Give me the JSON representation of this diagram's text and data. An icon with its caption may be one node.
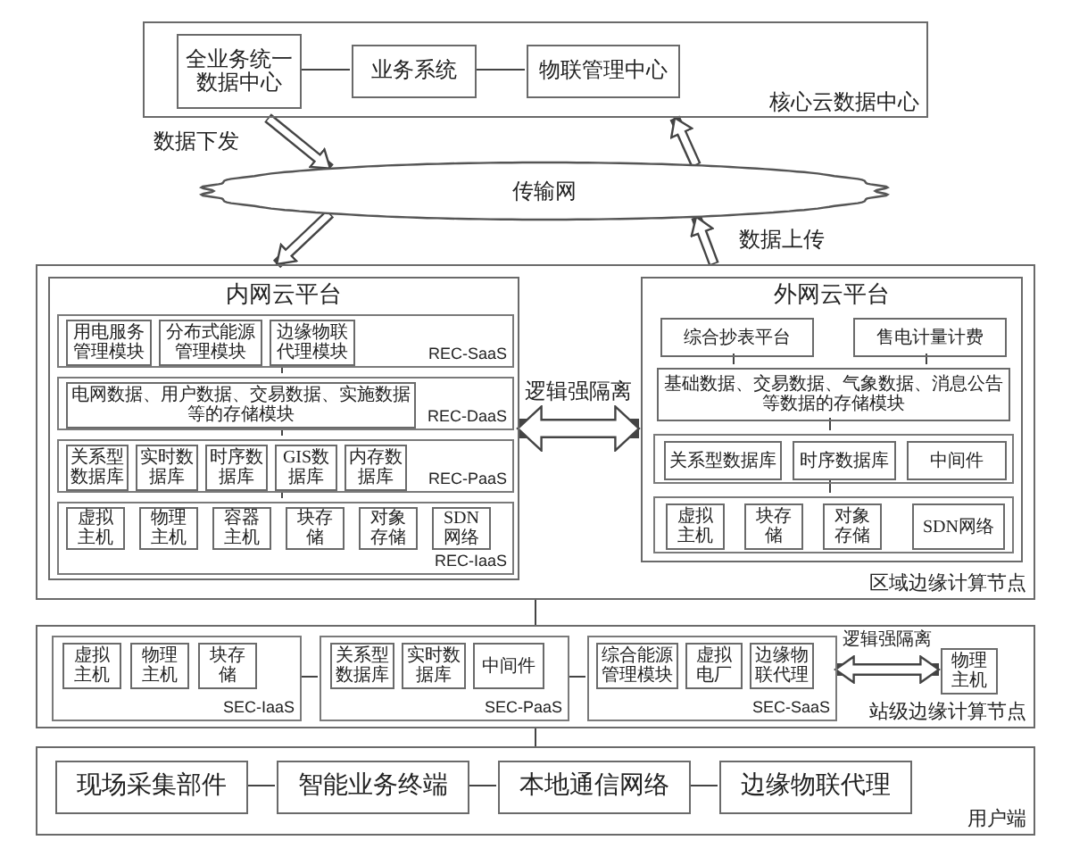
{
  "diagram": {
    "nodes": [
      {
        "text": [
          "核心云数据中心"
        ]
      },
      {
        "text": [
          "全业务统一数据中心"
        ],
        "in": 0
      },
      {
        "text": [
          "业务系统"
        ],
        "in": 0
      },
      {
        "text": [
          "物联管理中心"
        ],
        "in": 0
      },
      {
        "text": [
          "传输网"
        ]
      },
      {
        "text": [
          "区域边缘计算节点"
        ]
      },
      {
        "text": [
          "内网云平台"
        ],
        "in": 5
      },
      {
        "text": [
          "REC-SaaS"
        ],
        "in": 6
      },
      {
        "text": [
          "用电服务管理模块"
        ],
        "in": 7
      },
      {
        "text": [
          "分布式能源管理模块"
        ],
        "in": 7
      },
      {
        "text": [
          "边缘物联代理模块"
        ],
        "in": 7
      },
      {
        "text": [
          "REC-DaaS"
        ],
        "in": 6
      },
      {
        "text": [
          "电网数据、用户数据、交易数据、实施数据等的存储模块"
        ],
        "in": 11
      },
      {
        "text": [
          "REC-PaaS"
        ],
        "in": 6
      },
      {
        "text": [
          "关系型数据库"
        ],
        "in": 13
      },
      {
        "text": [
          "实时数据库"
        ],
        "in": 13
      },
      {
        "text": [
          "时序数据库"
        ],
        "in": 13
      },
      {
        "text": [
          "GIS数据库"
        ],
        "in": 13
      },
      {
        "text": [
          "内存数据库"
        ],
        "in": 13
      },
      {
        "text": [
          "REC-IaaS"
        ],
        "in": 6
      },
      {
        "text": [
          "虚拟主机"
        ],
        "in": 19
      },
      {
        "text": [
          "物理主机"
        ],
        "in": 19
      },
      {
        "text": [
          "容器主机"
        ],
        "in": 19
      },
      {
        "text": [
          "块存储"
        ],
        "in": 19
      },
      {
        "text": [
          "对象存储"
        ],
        "in": 19
      },
      {
        "text": [
          "SDN网络"
        ],
        "in": 19
      },
      {
        "text": [
          "外网云平台"
        ],
        "in": 5
      },
      {
        "text": [
          "综合抄表平台"
        ],
        "in": 26
      },
      {
        "text": [
          "售电计量计费"
        ],
        "in": 26
      },
      {
        "text": [
          "基础数据、交易数据、气象数据、消息公告等数据的存储模块"
        ],
        "in": 26
      },
      {
        "text": [],
        "shape": "box",
        "in": 26
      },
      {
        "text": [
          "关系型数据库"
        ],
        "in": 30
      },
      {
        "text": [
          "时序数据库"
        ],
        "in": 30
      },
      {
        "text": [
          "中间件"
        ],
        "in": 30
      },
      {
        "text": [],
        "shape": "box",
        "in": 26
      },
      {
        "text": [
          "虚拟主机"
        ],
        "in": 34
      },
      {
        "text": [
          "块存储"
        ],
        "in": 34
      },
      {
        "text": [
          "对象存储"
        ],
        "in": 34
      },
      {
        "text": [
          "SDN网络"
        ],
        "in": 34
      },
      {
        "text": [
          "站级边缘计算节点"
        ]
      },
      {
        "text": [
          "SEC-IaaS"
        ],
        "in": 39
      },
      {
        "text": [
          "虚拟主机"
        ],
        "in": 40
      },
      {
        "text": [
          "物理主机"
        ],
        "in": 40
      },
      {
        "text": [
          "块存储"
        ],
        "in": 40
      },
      {
        "text": [
          "SEC-PaaS"
        ],
        "in": 39
      },
      {
        "text": [
          "关系型数据库"
        ],
        "in": 44
      },
      {
        "text": [
          "实时数据库"
        ],
        "in": 44
      },
      {
        "text": [
          "中间件"
        ],
        "in": 44
      },
      {
        "text": [
          "SEC-SaaS"
        ],
        "in": 39
      },
      {
        "text": [
          "综合能源管理模块"
        ],
        "in": 48
      },
      {
        "text": [
          "虚拟电厂"
        ],
        "in": 48
      },
      {
        "text": [
          "边缘物联代理"
        ],
        "in": 48
      },
      {
        "text": [
          "物理主机"
        ],
        "in": 39
      },
      {
        "text": [
          "用户端"
        ]
      },
      {
        "text": [
          "现场采集部件"
        ],
        "in": 53
      },
      {
        "text": [
          "智能业务终端"
        ],
        "in": 53
      },
      {
        "text": [
          "本地通信网络"
        ],
        "in": 53
      },
      {
        "text": [
          "边缘物联代理"
        ],
        "in": 53
      }
    ],
    "edges": [
      {
        "from": 1,
        "to": 2,
        "arrow": "none"
      },
      {
        "from": 2,
        "to": 3,
        "arrow": "none"
      },
      {
        "from": 0,
        "to": 4,
        "arrow": "to",
        "label": "数据下发",
        "style": "thick"
      },
      {
        "from": 4,
        "to": 5,
        "arrow": "to",
        "style": "thick"
      },
      {
        "from": 5,
        "to": 4,
        "arrow": "to",
        "label": "数据上传",
        "style": "thick"
      },
      {
        "from": 4,
        "to": 0,
        "arrow": "to",
        "style": "thick"
      },
      {
        "from": 6,
        "to": 26,
        "arrow": "both",
        "label": "逻辑强隔离",
        "style": "thick"
      },
      {
        "from": 7,
        "to": 11,
        "arrow": "none"
      },
      {
        "from": 11,
        "to": 13,
        "arrow": "none"
      },
      {
        "from": 13,
        "to": 19,
        "arrow": "none"
      },
      {
        "from": 27,
        "to": 29,
        "arrow": "none"
      },
      {
        "from": 28,
        "to": 29,
        "arrow": "none"
      },
      {
        "from": 29,
        "to": 30,
        "arrow": "none"
      },
      {
        "from": 30,
        "to": 34,
        "arrow": "none"
      },
      {
        "from": 5,
        "to": 39,
        "arrow": "none"
      },
      {
        "from": 40,
        "to": 44,
        "arrow": "none"
      },
      {
        "from": 44,
        "to": 48,
        "arrow": "none"
      },
      {
        "from": 39,
        "to": 53,
        "arrow": "none"
      },
      {
        "from": 48,
        "to": 52,
        "arrow": "both",
        "label": "逻辑强隔离",
        "style": "thick"
      },
      {
        "from": 54,
        "to": 55,
        "arrow": "none"
      },
      {
        "from": 55,
        "to": 56,
        "arrow": "none"
      },
      {
        "from": 56,
        "to": 57,
        "arrow": "none"
      }
    ]
  }
}
